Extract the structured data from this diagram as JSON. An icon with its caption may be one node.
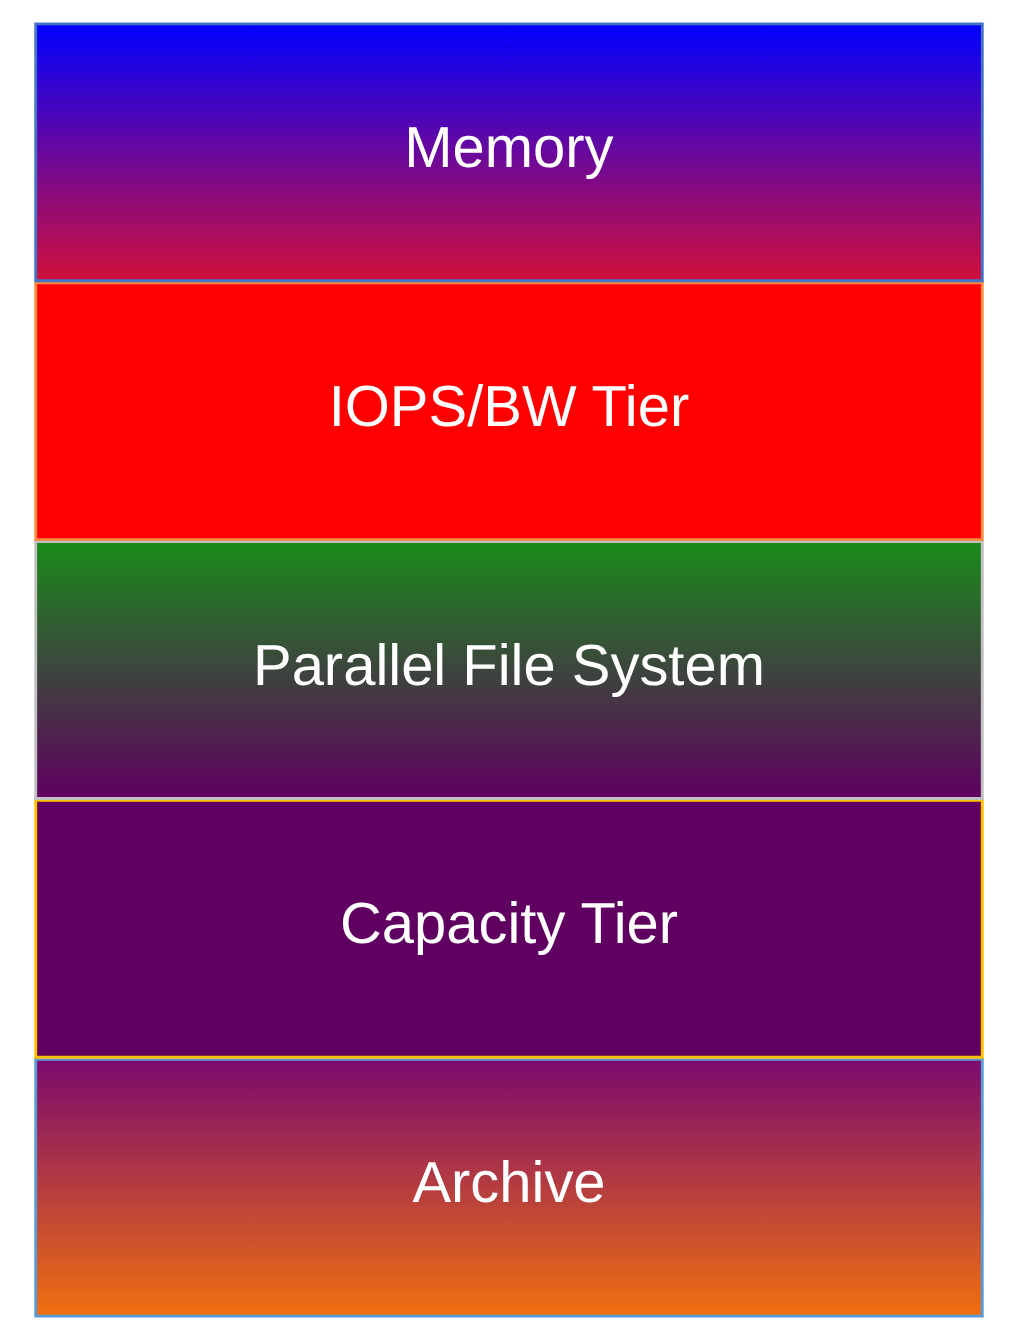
{
  "diagram": {
    "nodes": [
      {
        "text": [
          "Memory"
        ]
      },
      {
        "text": [
          "IOPS/BW Tier"
        ]
      },
      {
        "text": [
          "Parallel File System"
        ]
      },
      {
        "text": [
          "Capacity Tier"
        ]
      },
      {
        "text": [
          "Archive"
        ]
      }
    ]
  }
}
